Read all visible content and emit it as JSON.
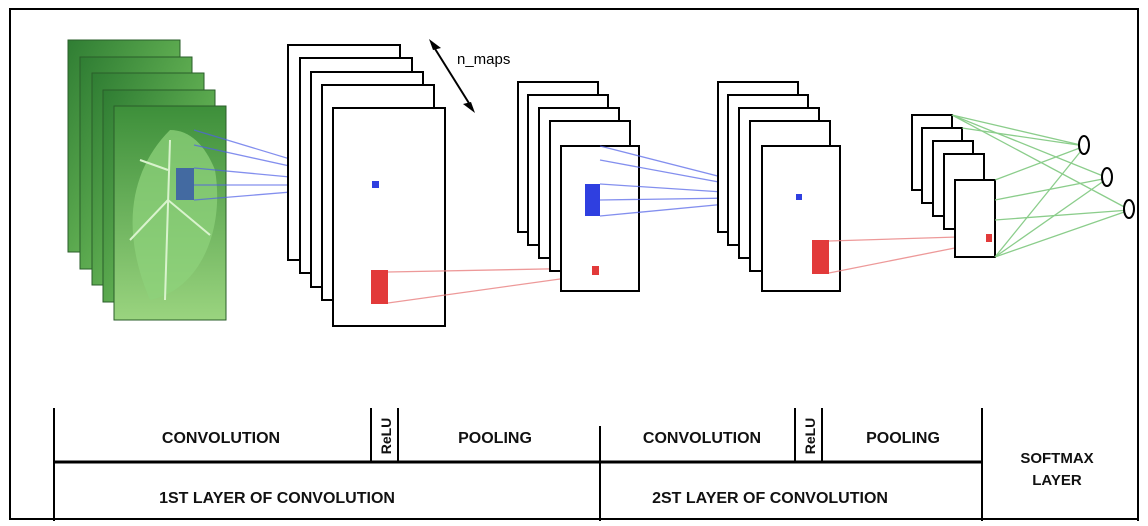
{
  "diagram": {
    "arrow_label": "n_maps",
    "segments_top": [
      {
        "label": "CONVOLUTION"
      },
      {
        "label": "ReLU"
      },
      {
        "label": "POOLING"
      },
      {
        "label": "CONVOLUTION"
      },
      {
        "label": "ReLU"
      },
      {
        "label": "POOLING"
      }
    ],
    "segments_bottom": [
      {
        "label": "1ST LAYER OF CONVOLUTION"
      },
      {
        "label": "2ST LAYER OF CONVOLUTION"
      }
    ],
    "softmax": {
      "line1": "SOFTMAX",
      "line2": "LAYER"
    },
    "colors": {
      "blue": "#2f3fe0",
      "red": "#e23a3a",
      "green": "#7fc87f",
      "leaf_dark": "#2e7d32",
      "leaf_light": "#7cc36e"
    }
  }
}
